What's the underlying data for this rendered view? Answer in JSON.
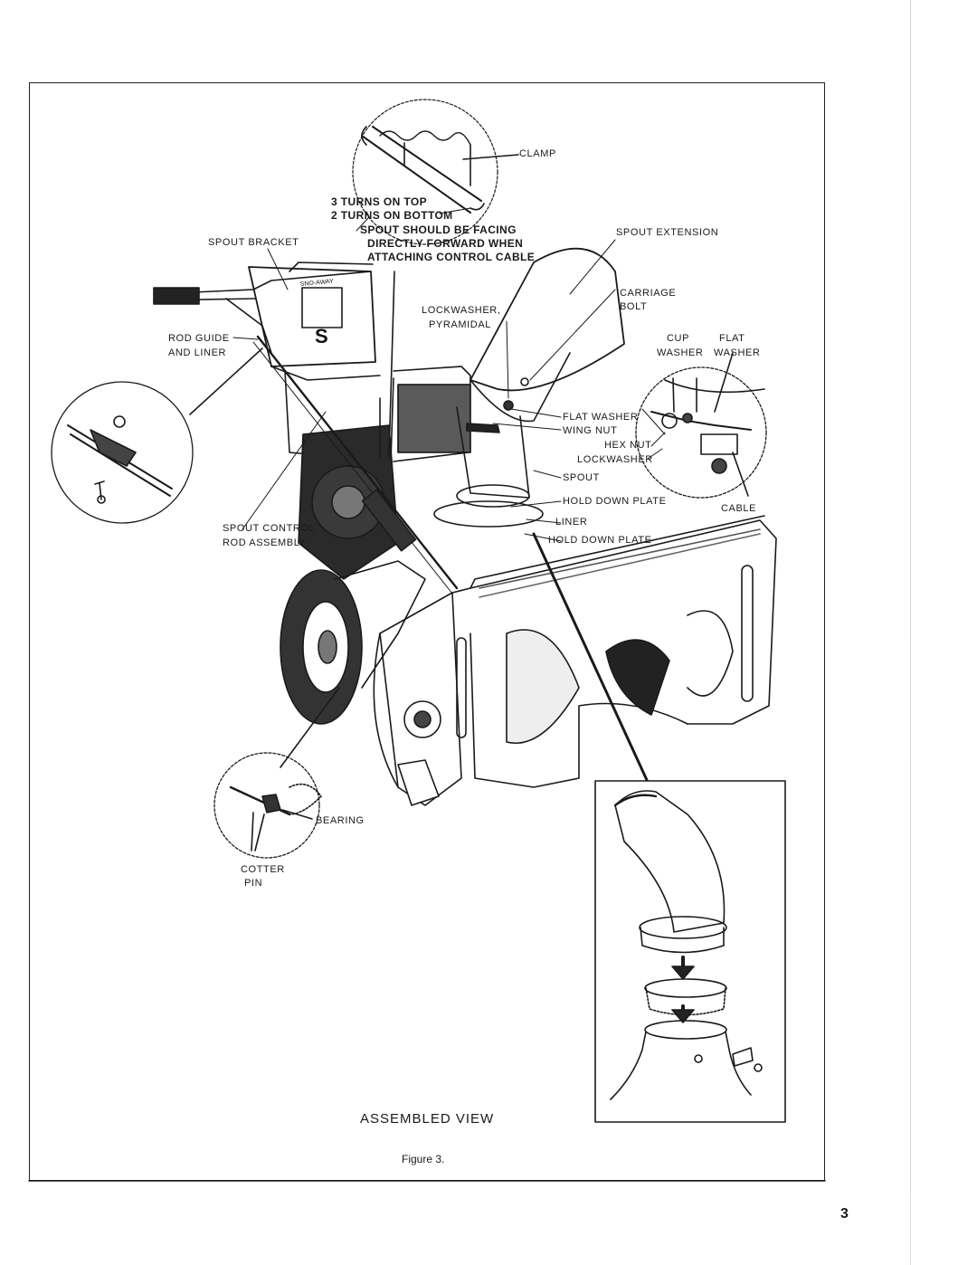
{
  "labels": {
    "clamp": "CLAMP",
    "turns_top": "3 TURNS ON TOP",
    "turns_bottom": "2 TURNS ON BOTTOM",
    "spout_facing_1": "SPOUT SHOULD BE FACING",
    "spout_facing_2": "DIRECTLY FORWARD WHEN",
    "spout_facing_3": "ATTACHING CONTROL CABLE",
    "spout_bracket": "SPOUT BRACKET",
    "spout_extension": "SPOUT EXTENSION",
    "carriage_bolt_1": "CARRIAGE",
    "carriage_bolt_2": "BOLT",
    "lockwasher_pyramidal_1": "LOCKWASHER,",
    "lockwasher_pyramidal_2": "PYRAMIDAL",
    "rod_guide_1": "ROD GUIDE",
    "rod_guide_2": "AND LINER",
    "cup_washer_1": "CUP",
    "cup_washer_2": "WASHER",
    "flat_washer_top_1": "FLAT",
    "flat_washer_top_2": "WASHER",
    "flat_washer": "FLAT WASHER",
    "wing_nut": "WING NUT",
    "hex_nut": "HEX NUT",
    "lockwasher": "LOCKWASHER",
    "spout": "SPOUT",
    "hold_down_plate_1": "HOLD DOWN PLATE",
    "cable": "CABLE",
    "liner": "LINER",
    "hold_down_plate_2": "HOLD DOWN PLATE",
    "spout_control_1": "SPOUT CONTROL",
    "spout_control_2": "ROD ASSEMBLY",
    "bearing": "BEARING",
    "cotter_pin_1": "COTTER",
    "cotter_pin_2": "PIN",
    "brand_decal": "SNO-AWAY",
    "emblem": "S"
  },
  "caption": "ASSEMBLED VIEW",
  "figure_label": "Figure 3.",
  "page_number": "3"
}
